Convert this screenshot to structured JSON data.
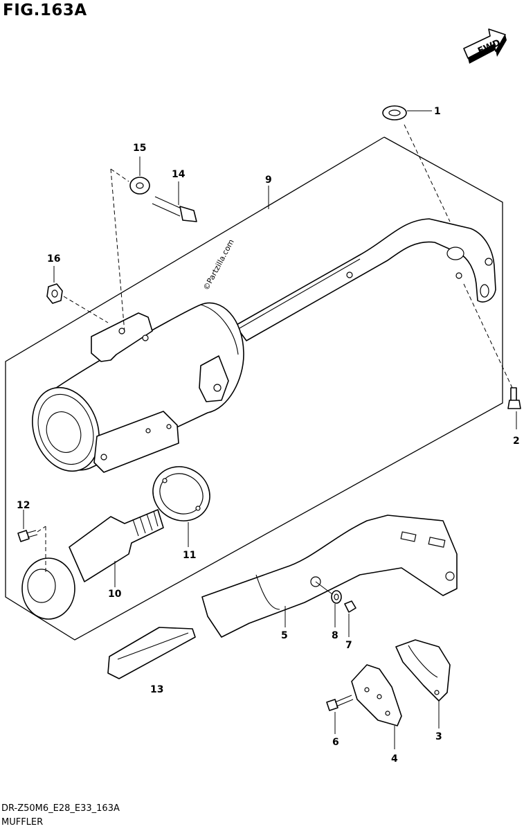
{
  "figure": {
    "title": "FIG.163A",
    "code": "DR-Z50M6_E28_E33_163A",
    "name": "MUFFLER",
    "watermark": "©Partzilla.com",
    "fwd_label": "FWD"
  },
  "callouts": [
    {
      "id": "c1",
      "label": "1"
    },
    {
      "id": "c2",
      "label": "2"
    },
    {
      "id": "c3",
      "label": "3"
    },
    {
      "id": "c4",
      "label": "4"
    },
    {
      "id": "c5",
      "label": "5"
    },
    {
      "id": "c6",
      "label": "6"
    },
    {
      "id": "c7",
      "label": "7"
    },
    {
      "id": "c8",
      "label": "8"
    },
    {
      "id": "c9",
      "label": "9"
    },
    {
      "id": "c10",
      "label": "10"
    },
    {
      "id": "c11",
      "label": "11"
    },
    {
      "id": "c12",
      "label": "12"
    },
    {
      "id": "c13",
      "label": "13"
    },
    {
      "id": "c14",
      "label": "14"
    },
    {
      "id": "c15",
      "label": "15"
    },
    {
      "id": "c16",
      "label": "16"
    }
  ]
}
